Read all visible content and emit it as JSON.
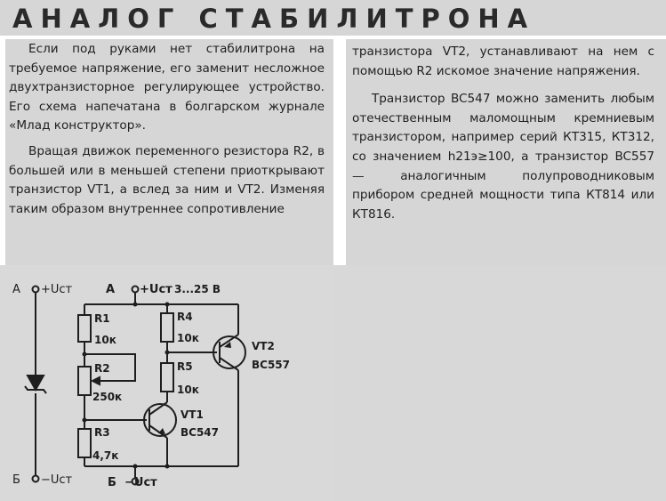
{
  "article": {
    "title": "АНАЛОГ СТАБИЛИТРОНА",
    "left_paragraphs": [
      "Если под руками нет стабилитрона на требуемое напряжение, его заменит несложное двухтранзисторное регулирующее устройство. Его схема напечатана в болгарском журнале «Млад конструктор».",
      "Вращая движок переменного резистора R2, в большей или в меньшей степени приоткрывают транзистор VT1, а вслед за ним и VT2. Изменяя таким образом внутреннее сопротивление"
    ],
    "right_paragraphs": [
      "транзистора VT2, устанавливают на нем с помощью R2 искомое значение напряжения.",
      "Транзистор BC547 можно заменить любым отечественным маломощным кремниевым транзистором, например серий КТ315, КТ312, со значением h21э≥100, а транзистор BC557 — аналогичным полупроводниковым прибором средней мощности типа КТ814 или КТ816."
    ]
  },
  "schematic": {
    "left_top_node": "А",
    "left_top_voltage": "+Uст",
    "left_bottom_node": "Б",
    "left_bottom_voltage": "−Uст",
    "main_top_node": "А",
    "main_top_voltage": "+Uст",
    "main_top_range": "3...25 В",
    "main_bottom_node": "Б",
    "main_bottom_voltage": "−Uст",
    "r1_name": "R1",
    "r1_value": "10к",
    "r2_name": "R2",
    "r2_value": "250к",
    "r3_name": "R3",
    "r3_value": "4,7к",
    "r4_name": "R4",
    "r4_value": "10к",
    "r5_name": "R5",
    "r5_value": "10к",
    "vt1_name": "VT1",
    "vt1_type": "BC547",
    "vt2_name": "VT2",
    "vt2_type": "BC557"
  }
}
